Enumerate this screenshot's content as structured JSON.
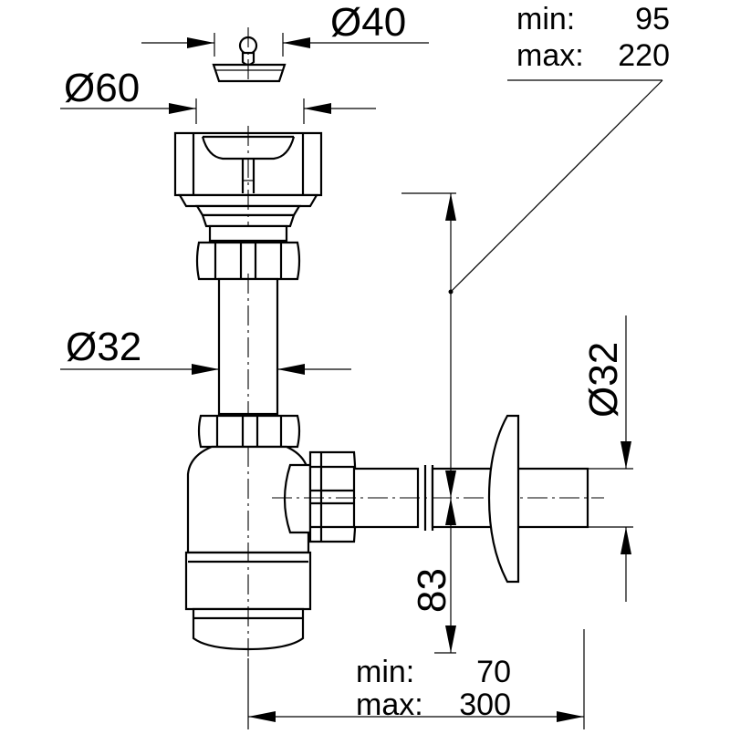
{
  "dimensions": {
    "plug_diameter": "Ø40",
    "flange_diameter": "Ø60",
    "tube_diameter": "Ø32",
    "outlet_diameter": "Ø32",
    "height_min_label": "min:",
    "height_min_value": "95",
    "height_max_label": "max:",
    "height_max_value": "220",
    "outlet_height": "83",
    "reach_min_label": "min:",
    "reach_min_value": "70",
    "reach_max_label": "max:",
    "reach_max_value": "300"
  },
  "colors": {
    "line": "#000000",
    "background": "#ffffff"
  }
}
